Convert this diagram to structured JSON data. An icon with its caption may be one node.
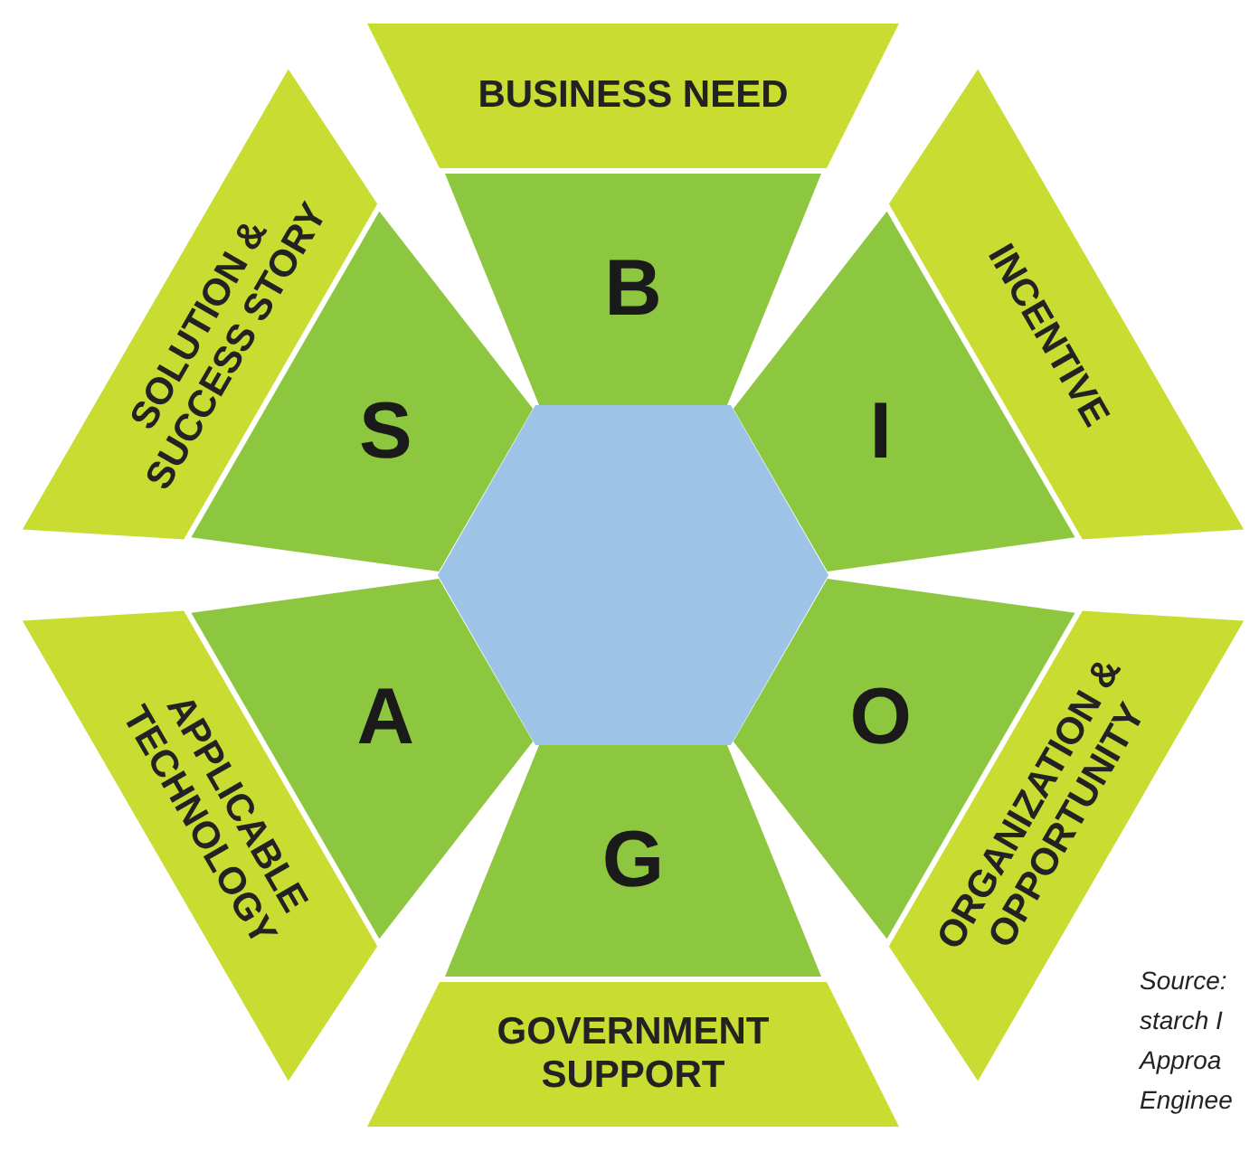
{
  "diagram": {
    "caption": "Source: starch I Approa Enginee",
    "nodes": [
      {
        "text": [
          "BUSINESS NEED"
        ]
      },
      {
        "text": [
          "B"
        ]
      },
      {
        "text": [
          "SOLUTION & SUCCESS STORY"
        ]
      },
      {
        "text": [
          "INCENTIVE"
        ]
      },
      {
        "text": [
          "S"
        ]
      },
      {
        "text": [
          "I"
        ]
      },
      {
        "text": [],
        "shape": "hexagon"
      },
      {
        "text": [
          "A"
        ]
      },
      {
        "text": [
          "O"
        ]
      },
      {
        "text": [
          "APPLICABLE TECHNOLOGY"
        ]
      },
      {
        "text": [
          "ORGANIZATION & OPPORTUNITY"
        ]
      },
      {
        "text": [
          "G"
        ]
      },
      {
        "text": [
          "GOVERNMENT SUPPORT"
        ]
      }
    ]
  }
}
